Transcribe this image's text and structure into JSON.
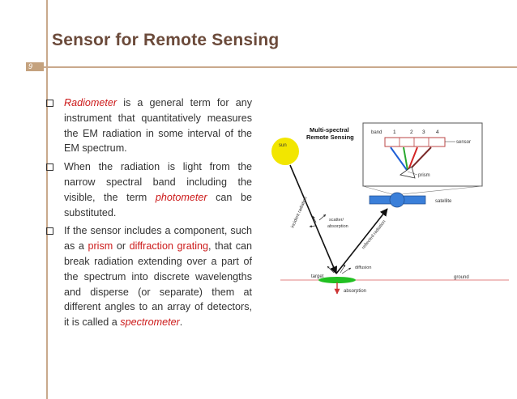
{
  "slide": {
    "title": "Sensor for Remote Sensing",
    "number": "9"
  },
  "bullets": [
    {
      "b1_a": "Radiometer",
      "b1_b": " is a general term for any instrument that quantitatively measures the EM radiation in some interval of the EM spectrum."
    },
    {
      "b2_a": "When the radiation is light from the narrow spectral band including the visible, the term ",
      "b2_b": "photometer",
      "b2_c": " can be substituted."
    },
    {
      "b3_a": "If the sensor includes a component, such as a ",
      "b3_b": "prism",
      "b3_c": " or ",
      "b3_d": "diffraction grating",
      "b3_e": ", that can break radiation extending over a part of the spectrum into discrete wavelengths and disperse (or separate) them at different angles to an array of detectors, it is called a ",
      "b3_f": "spectrometer",
      "b3_g": "."
    }
  ],
  "diagram": {
    "title_line1": "Multi-spectral",
    "title_line2": "Remote Sensing",
    "band_label": "band",
    "bands": [
      "1",
      "2",
      "3",
      "4"
    ],
    "sensor": "sensor",
    "prism": "prism",
    "satellite": "satellite",
    "sun": "sun",
    "incident": "incident radiation",
    "scatter1": "scatter/",
    "scatter2": "absorption",
    "reflected": "reflected radiation",
    "diffusion": "diffusion",
    "target": "target",
    "ground": "ground",
    "absorption": "absorption",
    "colors": {
      "band1": "#1f5fd6",
      "band2": "#28a82e",
      "band3": "#d42424",
      "band4": "#7a2a2a",
      "sun": "#f2e600",
      "satellite": "#3a7fd9",
      "target": "#22c022",
      "ground": "#e08080"
    }
  }
}
